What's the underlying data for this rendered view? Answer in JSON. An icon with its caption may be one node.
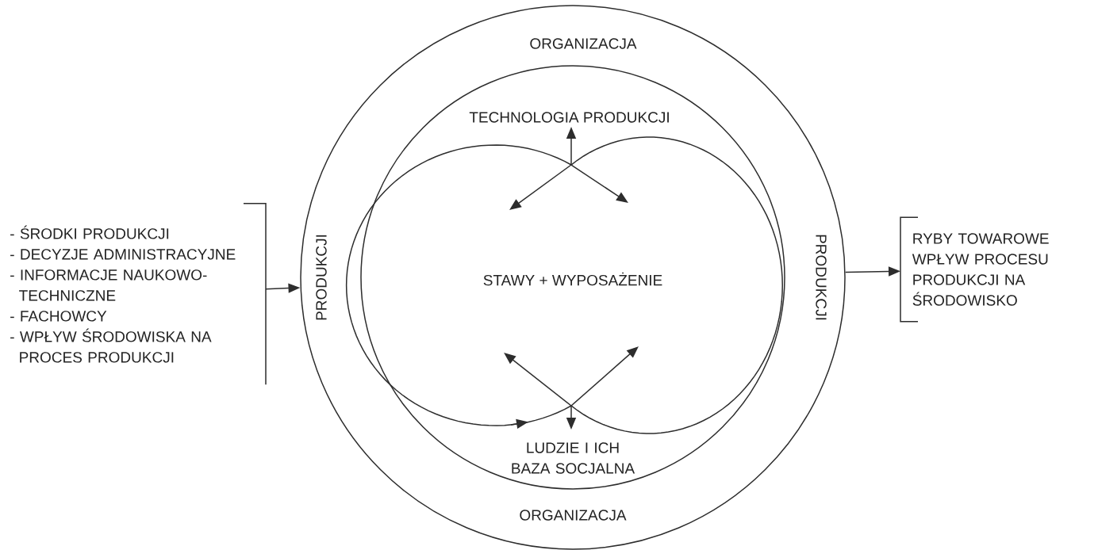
{
  "diagram": {
    "nodes": [
      {
        "text": [
          "- ŚRODKI PRODUKCJI",
          "- DECYZJE ADMINISTRACYJNE",
          "- INFORMACJE NAUKOWO-TECHNICZNE",
          "- FACHOWCY",
          "- WPŁYW ŚRODOWISKA NA PROCES PRODUKCJI"
        ]
      },
      {
        "text": [
          "ORGANIZACJA",
          "PRODUKCJI",
          "PRODUKCJI",
          "ORGANIZACJA"
        ]
      },
      {
        "text": [
          "TECHNOLOGIA PRODUKCJI",
          "LUDZIE I ICH BAZA SOCJALNA"
        ],
        "in": 1
      },
      {
        "text": [
          "STAWY + WYPOSAŻENIE"
        ],
        "in": 2
      },
      {
        "text": [
          "RYBY TOWAROWE",
          "WPŁYW PROCESU PRODUKCJI NA ŚRODOWISKO"
        ]
      }
    ],
    "edges": [
      {
        "from": 0,
        "to": 1,
        "arrow": "to"
      },
      {
        "from": 1,
        "to": 4,
        "arrow": "to"
      }
    ]
  }
}
